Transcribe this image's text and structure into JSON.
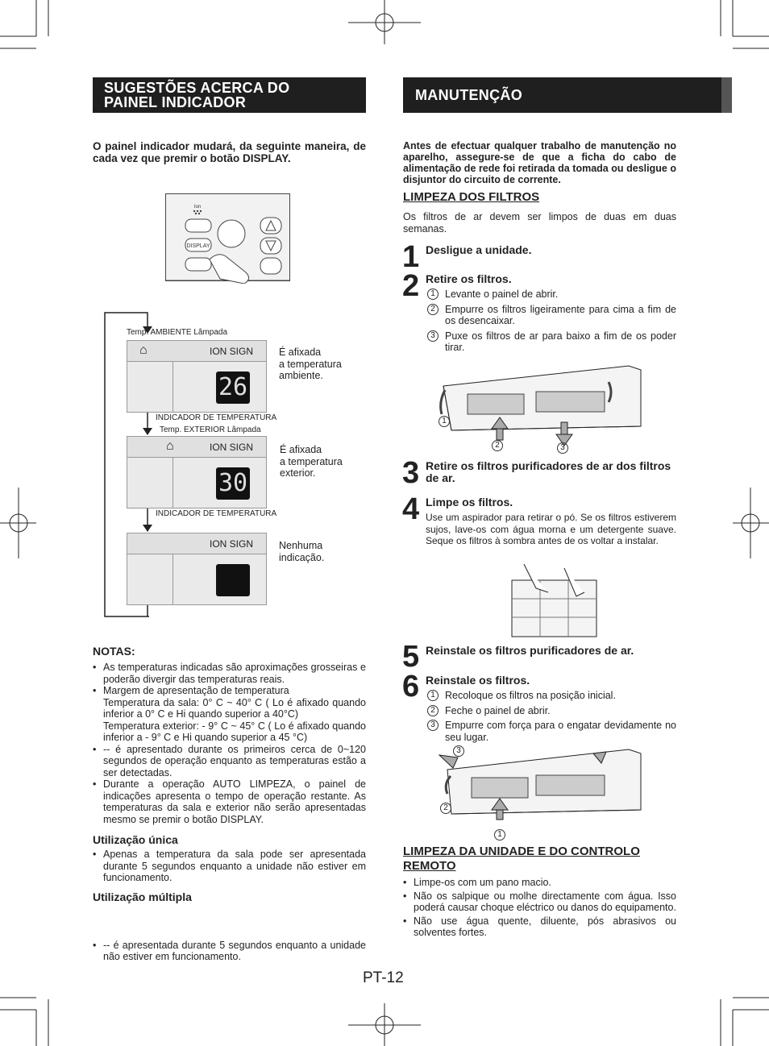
{
  "left": {
    "header": "SUGESTÕES ACERCA DO\nPAINEL INDICADOR",
    "intro": "O painel indicador mudará, da seguinte maneira, de cada vez que premir o botão DISPLAY.",
    "remote": {
      "ion_label": "Ion",
      "display_button": "DISPLAY"
    },
    "flow": {
      "label_ambient": "Temp. AMBIENTE Lâmpada",
      "label_temp_ind_1": "INDICADOR DE TEMPERATURA",
      "label_exterior": "Temp. EXTERIOR Lâmpada",
      "label_temp_ind_2": "INDICADOR DE TEMPERATURA",
      "ion_sign": "ION SIGN",
      "value_1": "26",
      "value_2": "30",
      "desc_1": "É afixada\na temperatura\nambiente.",
      "desc_2": "É afixada\na temperatura\nexterior.",
      "desc_3": "Nenhuma\nindicação."
    },
    "notes_title": "NOTAS:",
    "notes": [
      "As temperaturas indicadas são aproximações grosseiras e poderão divergir das temperaturas reais.",
      "Margem de apresentação de temperatura\nTemperatura da sala: 0° C ~ 40° C ( Lo é afixado quando inferior a 0° C e Hi quando superior a 40°C)\nTemperatura exterior: - 9° C ~ 45° C ( Lo é afixado quando inferior a - 9° C e Hi quando superior a 45 °C)",
      "-- é apresentado durante os primeiros cerca de 0~120 segundos de operação enquanto as temperaturas estão a ser detectadas.",
      "Durante a operação AUTO LIMPEZA, o painel de indicações apresenta o tempo de operação restante. As temperaturas da sala e exterior não serão apresentadas mesmo se premir o botão DISPLAY."
    ],
    "single_title": "Utilização única",
    "single": "Apenas a temperatura da sala pode ser apresentada durante 5 segundos enquanto a unidade não estiver em funcionamento.",
    "multi_title": "Utilização múltipla",
    "multi": "-- é apresentada durante 5 segundos enquanto a unidade não estiver em funcionamento."
  },
  "right": {
    "header": "MANUTENÇÃO",
    "warning": "Antes de efectuar qualquer trabalho de manutenção no aparelho, assegure-se de que a ficha do cabo de alimentação de rede foi retirada da tomada ou desligue o disjuntor do circuito de corrente.",
    "filters_title": "LIMPEZA DOS FILTROS",
    "filters_intro": "Os filtros de ar devem ser limpos de duas em duas semanas.",
    "steps": [
      {
        "num": "1",
        "title": "Desligue a unidade."
      },
      {
        "num": "2",
        "title": "Retire os filtros.",
        "subs": [
          "Levante o painel de abrir.",
          "Empurre os filtros ligeiramente para cima a fim de os desencaixar.",
          "Puxe os filtros de ar para baixo a fim de os poder tirar."
        ]
      },
      {
        "num": "3",
        "title": "Retire os filtros purificadores de ar dos filtros de ar."
      },
      {
        "num": "4",
        "title": "Limpe os filtros.",
        "text": "Use um aspirador para retirar o pó. Se os filtros estiverem sujos, lave-os com água morna e um detergente suave. Seque os filtros à sombra antes de os voltar a instalar."
      },
      {
        "num": "5",
        "title": "Reinstale os filtros purificadores de ar."
      },
      {
        "num": "6",
        "title": "Reinstale os filtros.",
        "subs": [
          "Recoloque os filtros na posição inicial.",
          "Feche o painel de abrir.",
          "Empurre com força para o engatar devidamente no seu lugar."
        ]
      }
    ],
    "unit_title": "LIMPEZA DA UNIDADE E DO CONTROLO REMOTO",
    "unit_items": [
      "Limpe-os com um pano macio.",
      "Não os salpique ou molhe directamente com água. Isso poderá causar choque eléctrico ou danos do equipamento.",
      "Não use água quente, diluente, pós abrasivos ou solventes fortes."
    ],
    "page_number": "PT-12",
    "callouts": [
      "1",
      "2",
      "3"
    ]
  }
}
